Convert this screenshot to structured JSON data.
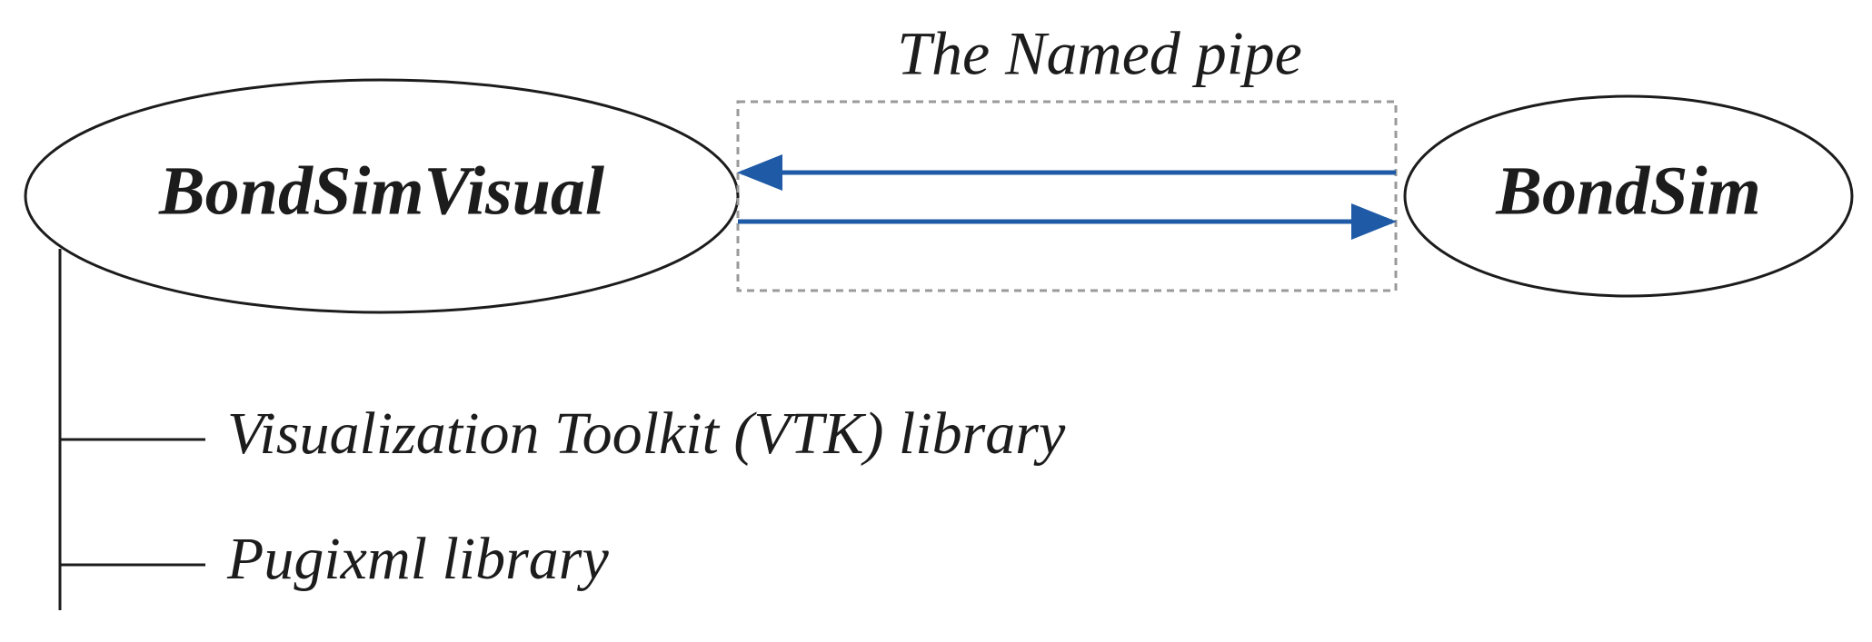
{
  "pipe_label": "The Named pipe",
  "nodes": {
    "left": "BondSimVisual",
    "right": "BondSim"
  },
  "libraries": [
    "Visualization Toolkit (VTK) library",
    "Pugixml library"
  ],
  "colors": {
    "arrow": "#1f5aa6",
    "outline": "#1c1c1c",
    "pipe_box": "#9a9a9a"
  }
}
